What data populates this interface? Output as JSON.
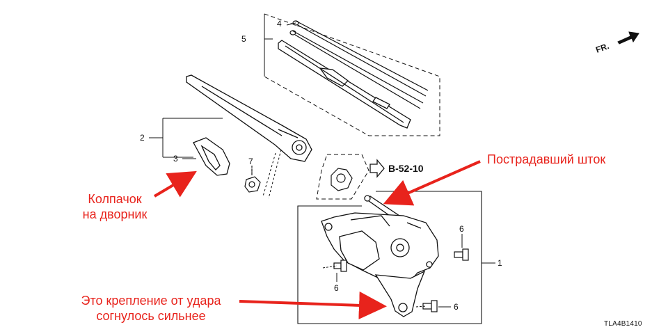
{
  "parts": {
    "p1": "1",
    "p2": "2",
    "p3": "3",
    "p4": "4",
    "p5": "5",
    "p6a": "6",
    "p6b": "6",
    "p6c": "6",
    "p7": "7"
  },
  "reference": "B-52-10",
  "direction": "FR.",
  "diagram_code": "TLA4B1410",
  "annotations": {
    "damaged_rod": "Пострадавший шток",
    "cap_line1": "Колпачок",
    "cap_line2": "на дворник",
    "mount_line1": "Это крепление от удара",
    "mount_line2": "согнулось сильнее"
  },
  "colors": {
    "annotation": "#e8231c",
    "line": "#111111"
  }
}
